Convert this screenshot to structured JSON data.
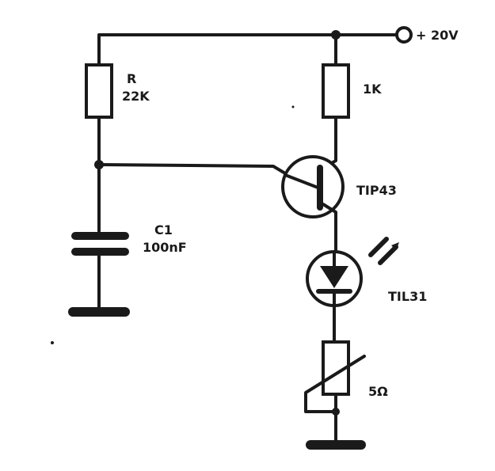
{
  "supply": {
    "label": "+ 20V"
  },
  "resistor_r": {
    "name": "R",
    "value": "22K"
  },
  "resistor_1k": {
    "value": "1K"
  },
  "capacitor": {
    "name": "C1",
    "value": "100nF"
  },
  "transistor": {
    "name": "TIP43"
  },
  "led": {
    "name": "TIL31"
  },
  "thermistor": {
    "value": "5Ω"
  },
  "colors": {
    "ink": "#1a1a1a",
    "paper": "#ffffff"
  }
}
